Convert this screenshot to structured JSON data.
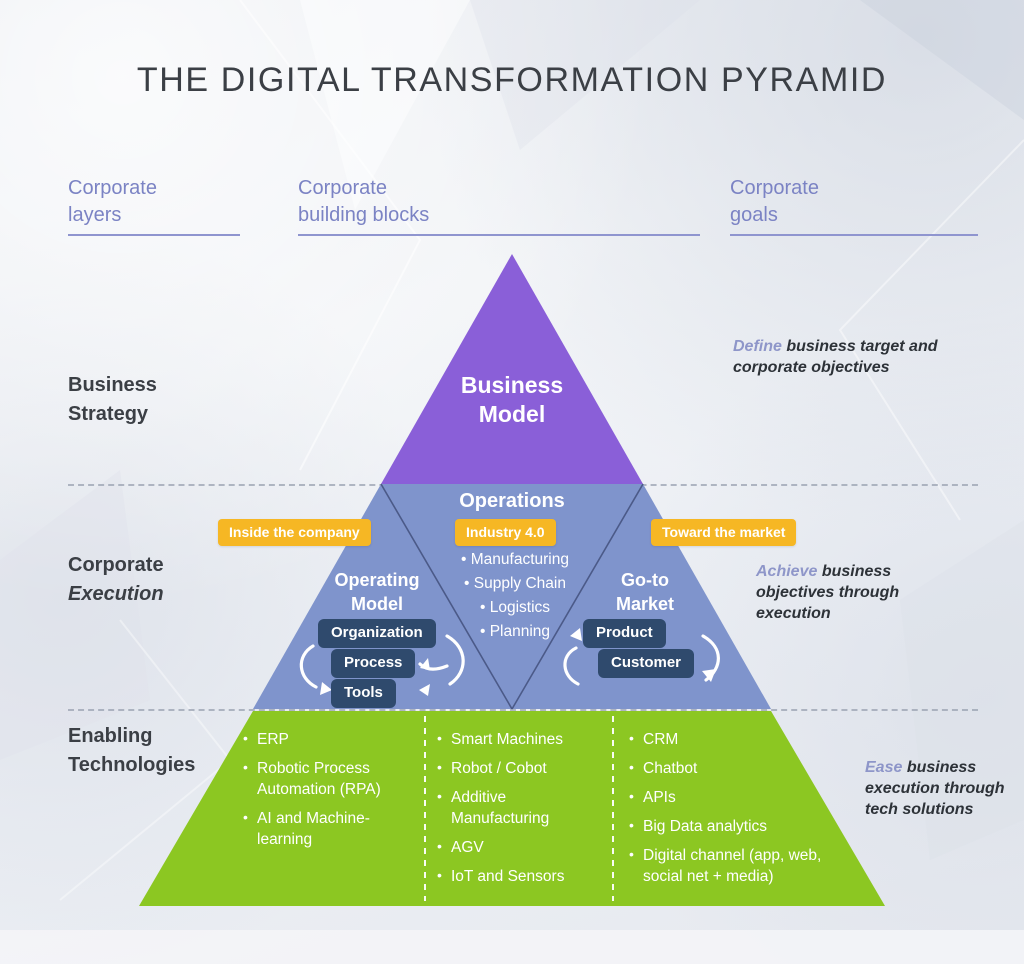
{
  "title": "THE DIGITAL TRANSFORMATION PYRAMID",
  "headers": {
    "layers_l1": "Corporate",
    "layers_l2": "layers",
    "blocks_l1": "Corporate",
    "blocks_l2": "building blocks",
    "goals_l1": "Corporate",
    "goals_l2": "goals"
  },
  "layers": {
    "strategy_l1": "Business",
    "strategy_l2": "Strategy",
    "execution_l1": "Corporate",
    "execution_l2": "Execution",
    "tech_l1": "Enabling",
    "tech_l2": "Technologies"
  },
  "apex": {
    "label_l1": "Business",
    "label_l2": "Model",
    "color": "#8a5fd8"
  },
  "middle": {
    "color": "#7f94cc",
    "operations_title": "Operations",
    "operations_badge": "Industry 4.0",
    "operations_bullets": [
      "• Manufacturing",
      "• Supply Chain",
      "• Logistics",
      "• Planning"
    ],
    "left_badge": "Inside the company",
    "left_title_l1": "Operating",
    "left_title_l2": "Model",
    "left_chips": [
      "Organization",
      "Process",
      "Tools"
    ],
    "right_badge": "Toward the market",
    "right_title_l1": "Go-to",
    "right_title_l2": "Market",
    "right_chips": [
      "Product",
      "Customer"
    ],
    "chip_color": "#2f4a6d",
    "badge_color": "#f6b724"
  },
  "base": {
    "color": "#8cc722",
    "columns": [
      {
        "items": [
          "ERP",
          "Robotic Process Automation (RPA)",
          "AI and Machine-learning"
        ]
      },
      {
        "items": [
          "Smart Machines",
          "Robot / Cobot",
          "Additive Manufacturing",
          "AGV",
          "IoT and Sensors"
        ]
      },
      {
        "items": [
          "CRM",
          "Chatbot",
          "APIs",
          "Big Data analytics",
          "Digital channel (app, web, social net + media)"
        ]
      }
    ]
  },
  "goals": [
    {
      "keyword": "Define",
      "rest": " business target and corporate objectives"
    },
    {
      "keyword": "Achieve",
      "rest": " business objectives through execution"
    },
    {
      "keyword": "Ease",
      "rest": " business execution through tech solutions"
    }
  ],
  "accent_color": "#7b83c4"
}
